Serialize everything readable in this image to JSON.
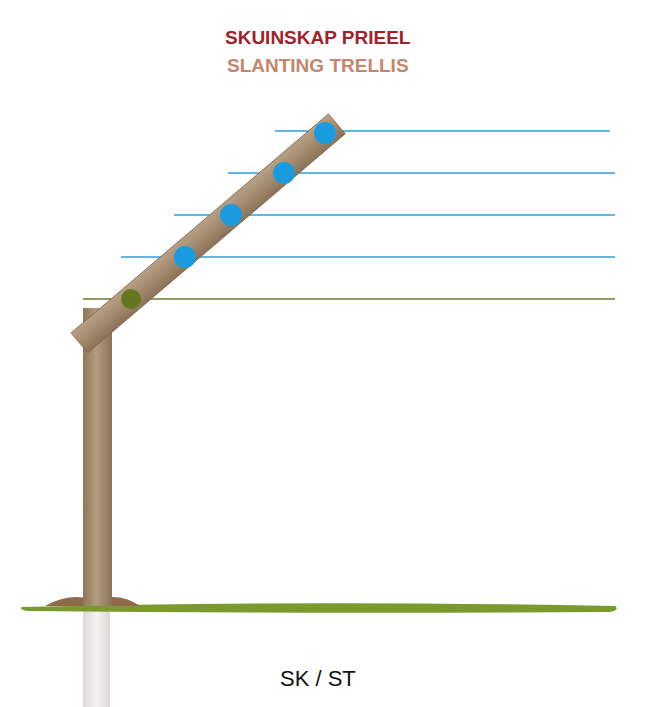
{
  "diagram": {
    "title": "SKUINSKAP PRIEEL",
    "caption": "SK / ST",
    "labels": [
      "SLANTING TRELLIS"
    ]
  }
}
